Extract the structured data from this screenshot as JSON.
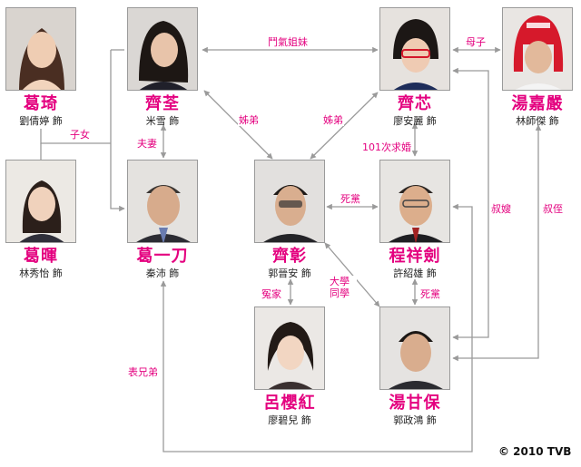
{
  "characters": {
    "ge_qi": {
      "name": "葛琦",
      "actor": "劉倩婷 飾"
    },
    "ge_hui": {
      "name": "葛暉",
      "actor": "林秀怡 飾"
    },
    "qi_quan": {
      "name": "齊荃",
      "actor": "米雪 飾"
    },
    "ge_yidao": {
      "name": "葛一刀",
      "actor": "秦沛 飾"
    },
    "qi_zhang": {
      "name": "齊彰",
      "actor": "郭晉安 飾"
    },
    "lv_yinghong": {
      "name": "呂櫻紅",
      "actor": "廖碧兒 飾"
    },
    "qi_xin": {
      "name": "齊芯",
      "actor": "廖安麗 飾"
    },
    "cheng_xiangjian": {
      "name": "程祥劍",
      "actor": "許紹雄 飾"
    },
    "tang_ganbao": {
      "name": "湯甘保",
      "actor": "郭政鴻 飾"
    },
    "tang_jiayan": {
      "name": "湯嘉嚴",
      "actor": "林師傑 飾"
    }
  },
  "relations": {
    "dou_qi_jie_mei": "鬥氣姐妹",
    "mu_zi": "母子",
    "zi_nv": "子女",
    "fu_qi": "夫妻",
    "zi_di_left": "姊弟",
    "zi_di_right": "姊弟",
    "qiu_hun": "101次求婚",
    "si_dang_top": "死黨",
    "si_dang_bottom": "死黨",
    "yuan_jia": "冤家",
    "da_xue_tong_xue": "大學\n同學",
    "shu_sao": "叔嫂",
    "shu_zhi": "叔侄",
    "biao_xiong_di": "表兄弟"
  },
  "copyright": "© 2010 TVB",
  "colors": {
    "accent": "#e4007f",
    "line": "#9a9a9a",
    "text": "#222222"
  }
}
